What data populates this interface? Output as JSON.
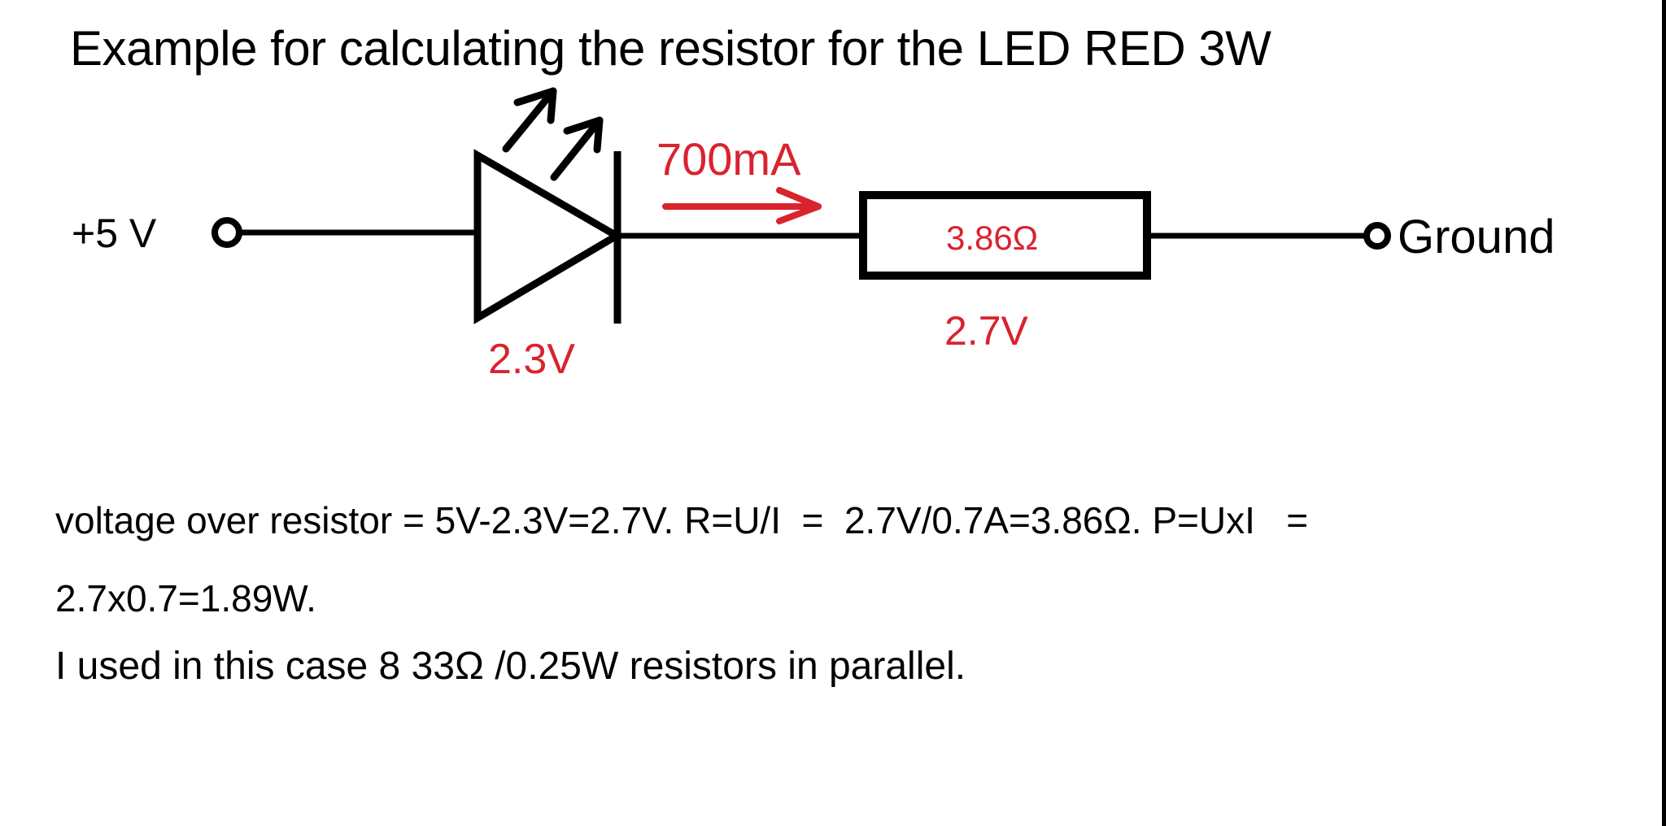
{
  "title": "Example for calculating the resistor for the LED RED 3W",
  "colors": {
    "annotation_red": "#d9232e",
    "wire_black": "#000000",
    "background": "#ffffff"
  },
  "circuit": {
    "supply_terminal": {
      "label": "+5 V"
    },
    "led": {
      "name": "LED",
      "voltage_drop_label": "2.3V"
    },
    "current": {
      "label": "700mA",
      "direction": "left-to-right"
    },
    "resistor": {
      "value_label": "3.86Ω",
      "voltage_drop_label": "2.7V"
    },
    "ground_terminal": {
      "label": "Ground"
    }
  },
  "explanation": {
    "line1": "voltage over resistor = 5V-2.3V=2.7V. R=U/I  =  2.7V/0.7A=3.86Ω. P=UxI   =",
    "line2": "2.7x0.7=1.89W.",
    "note": "I used in this case 8 33Ω /0.25W resistors in parallel."
  }
}
